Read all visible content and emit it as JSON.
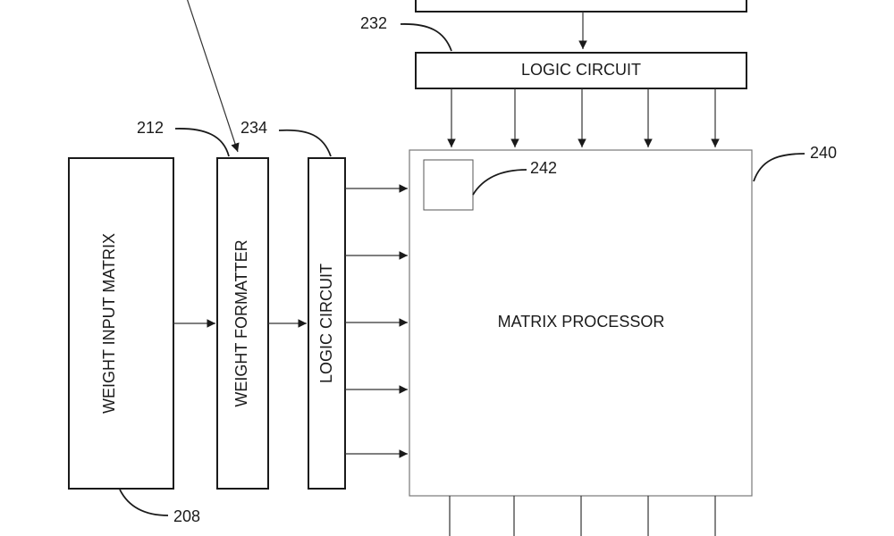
{
  "diagram": {
    "blocks": {
      "weight_input_matrix": "WEIGHT INPUT MATRIX",
      "weight_formatter": "WEIGHT FORMATTER",
      "logic_circuit_left": "LOGIC CIRCUIT",
      "logic_circuit_top": "LOGIC CIRCUIT",
      "matrix_processor": "MATRIX PROCESSOR"
    },
    "refs": {
      "r232": "232",
      "r212": "212",
      "r234": "234",
      "r240": "240",
      "r242": "242",
      "r208": "208"
    }
  }
}
